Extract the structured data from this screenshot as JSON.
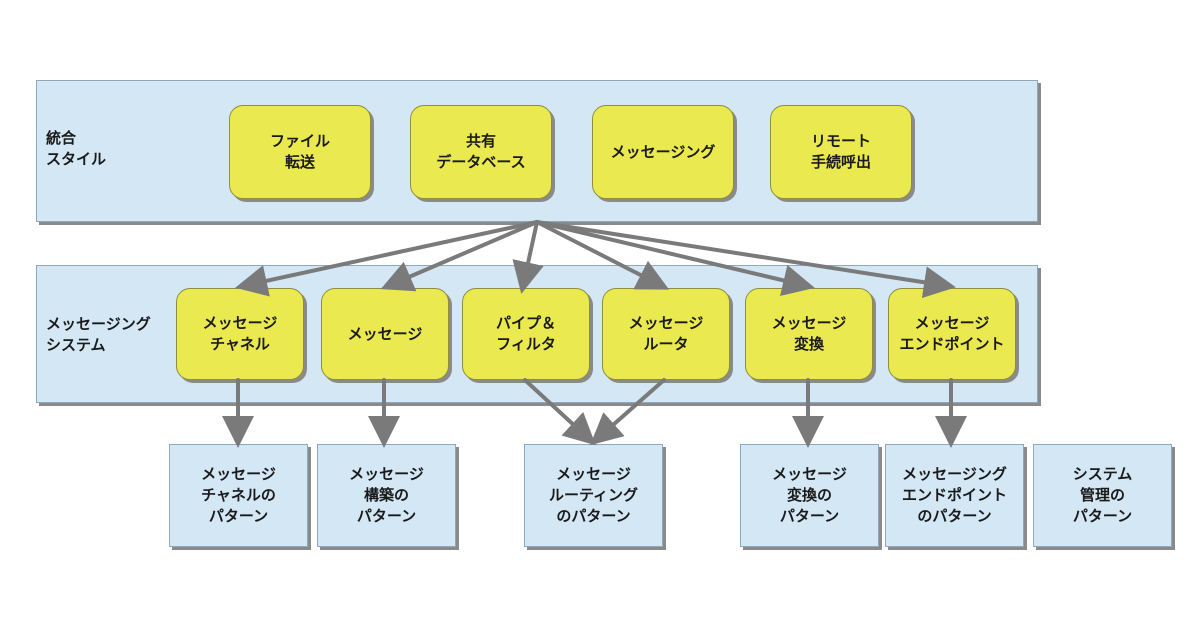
{
  "colors": {
    "band_fill": "#d3e7f5",
    "yellow_box": "#eae94f",
    "arrow": "#7a7a7a"
  },
  "integration": {
    "label": "統合\nスタイル",
    "styles": [
      "ファイル\n転送",
      "共有\nデータベース",
      "メッセージング",
      "リモート\n手続呼出"
    ]
  },
  "messaging": {
    "label": "メッセージング\nシステム",
    "components": [
      "メッセージ\nチャネル",
      "メッセージ",
      "パイプ＆\nフィルタ",
      "メッセージ\nルータ",
      "メッセージ\n変換",
      "メッセージ\nエンドポイント"
    ]
  },
  "patterns": [
    "メッセージ\nチャネルの\nパターン",
    "メッセージ\n構築の\nパターン",
    "メッセージ\nルーティング\nのパターン",
    "メッセージ\n変換の\nパターン",
    "メッセージング\nエンドポイント\nのパターン",
    "システム\n管理の\nパターン"
  ]
}
